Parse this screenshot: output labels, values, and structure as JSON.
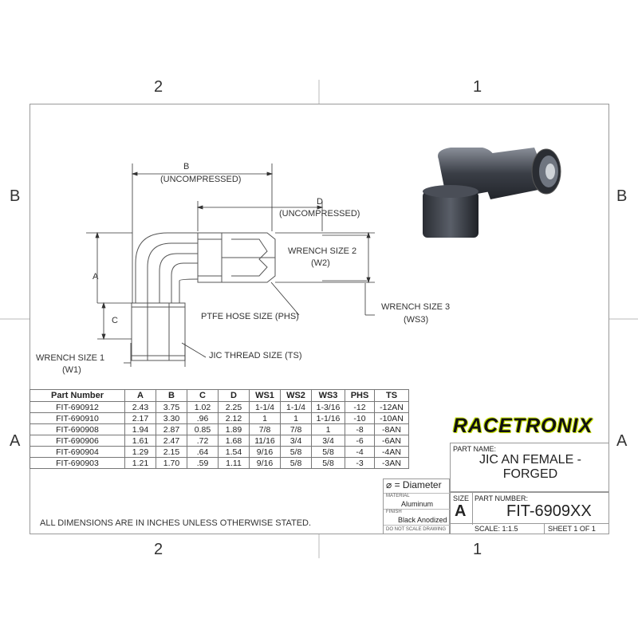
{
  "zones": {
    "top_left": "2",
    "top_right": "1",
    "bottom_left": "2",
    "bottom_right": "1",
    "left_top": "B",
    "right_top": "B",
    "left_bottom": "A",
    "right_bottom": "A"
  },
  "dims": {
    "b": "B",
    "b_note": "(UNCOMPRESSED)",
    "d": "D",
    "d_note": "(UNCOMPRESSED)",
    "a": "A",
    "c": "C",
    "ws2": "WRENCH SIZE 2",
    "ws2_code": "(W2)",
    "ws3": "WRENCH SIZE 3",
    "ws3_code": "(WS3)",
    "ws1": "WRENCH SIZE 1",
    "ws1_code": "(W1)",
    "phs": "PTFE HOSE SIZE (PHS)",
    "ts": "JIC THREAD SIZE (TS)"
  },
  "table": {
    "headers": [
      "Part Number",
      "A",
      "B",
      "C",
      "D",
      "WS1",
      "WS2",
      "WS3",
      "PHS",
      "TS"
    ],
    "rows": [
      [
        "FIT-690912",
        "2.43",
        "3.75",
        "1.02",
        "2.25",
        "1-1/4",
        "1-1/4",
        "1-3/16",
        "-12",
        "-12AN"
      ],
      [
        "FIT-690910",
        "2.17",
        "3.30",
        ".96",
        "2.12",
        "1",
        "1",
        "1-1/16",
        "-10",
        "-10AN"
      ],
      [
        "FIT-690908",
        "1.94",
        "2.87",
        "0.85",
        "1.89",
        "7/8",
        "7/8",
        "1",
        "-8",
        "-8AN"
      ],
      [
        "FIT-690906",
        "1.61",
        "2.47",
        ".72",
        "1.68",
        "11/16",
        "3/4",
        "3/4",
        "-6",
        "-6AN"
      ],
      [
        "FIT-690904",
        "1.29",
        "2.15",
        ".64",
        "1.54",
        "9/16",
        "5/8",
        "5/8",
        "-4",
        "-4AN"
      ],
      [
        "FIT-690903",
        "1.21",
        "1.70",
        ".59",
        "1.11",
        "9/16",
        "5/8",
        "5/8",
        "-3",
        "-3AN"
      ]
    ]
  },
  "note": "ALL DIMENSIONS ARE IN INCHES UNLESS OTHERWISE STATED.",
  "title_block": {
    "brand": "RACETRONIX",
    "part_name_label": "PART NAME:",
    "part_name_1": "JIC AN FEMALE -",
    "part_name_2": "FORGED",
    "diameter": "= Diameter",
    "diameter_symbol": "⌀",
    "material_label": "MATERIAL",
    "material": "Aluminum",
    "finish_label": "FINISH",
    "finish": "Black Anodized",
    "no_scale": "DO NOT SCALE DRAWING",
    "size_label": "SIZE",
    "size": "A",
    "part_number_label": "PART NUMBER:",
    "part_number": "FIT-6909XX",
    "scale": "SCALE: 1:1.5",
    "sheet": "SHEET 1 OF 1"
  }
}
